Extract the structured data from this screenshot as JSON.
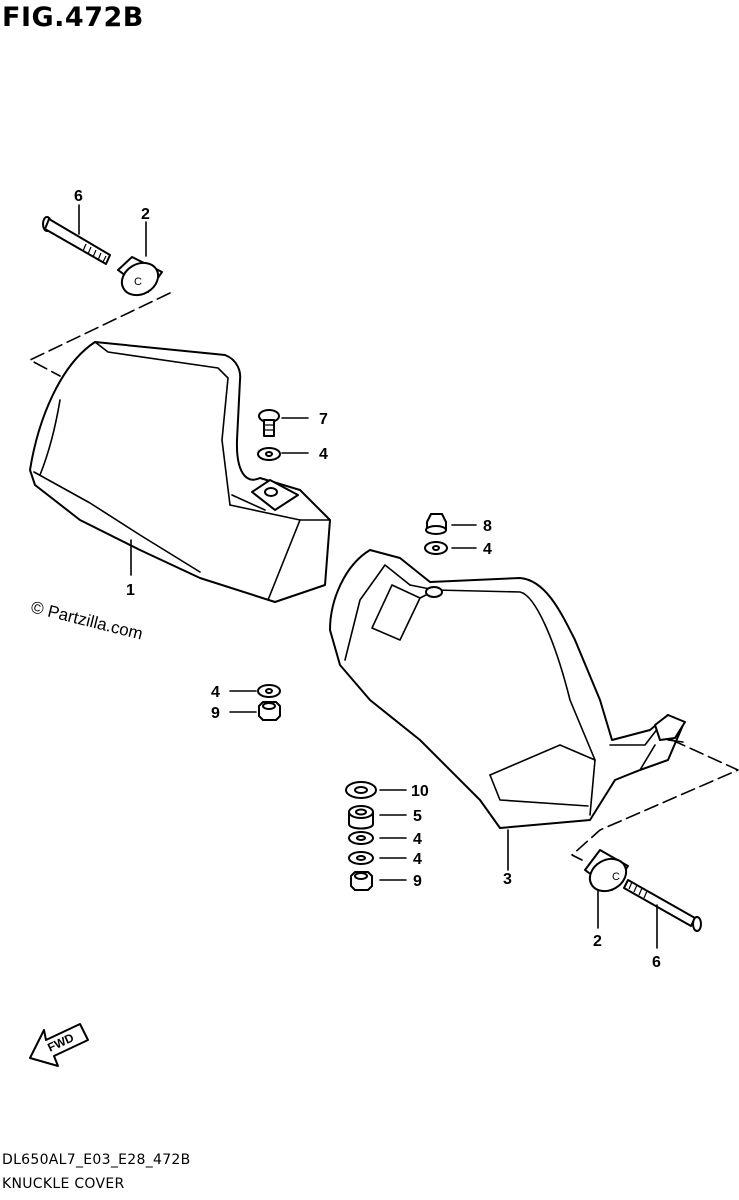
{
  "figure": {
    "title": "FIG.472B",
    "watermark": "© Partzilla.com",
    "fwd_label": "FWD",
    "model_code": "DL650AL7_E03_E28_472B",
    "section_name": "KNUCKLE COVER"
  },
  "callouts": {
    "c6a": "6",
    "c2a": "2",
    "c7": "7",
    "c4a": "4",
    "c1": "1",
    "c8": "8",
    "c4b": "4",
    "c4c": "4",
    "c9a": "9",
    "c10": "10",
    "c5": "5",
    "c4d": "4",
    "c4e": "4",
    "c9b": "9",
    "c3": "3",
    "c2b": "2",
    "c6b": "6"
  }
}
